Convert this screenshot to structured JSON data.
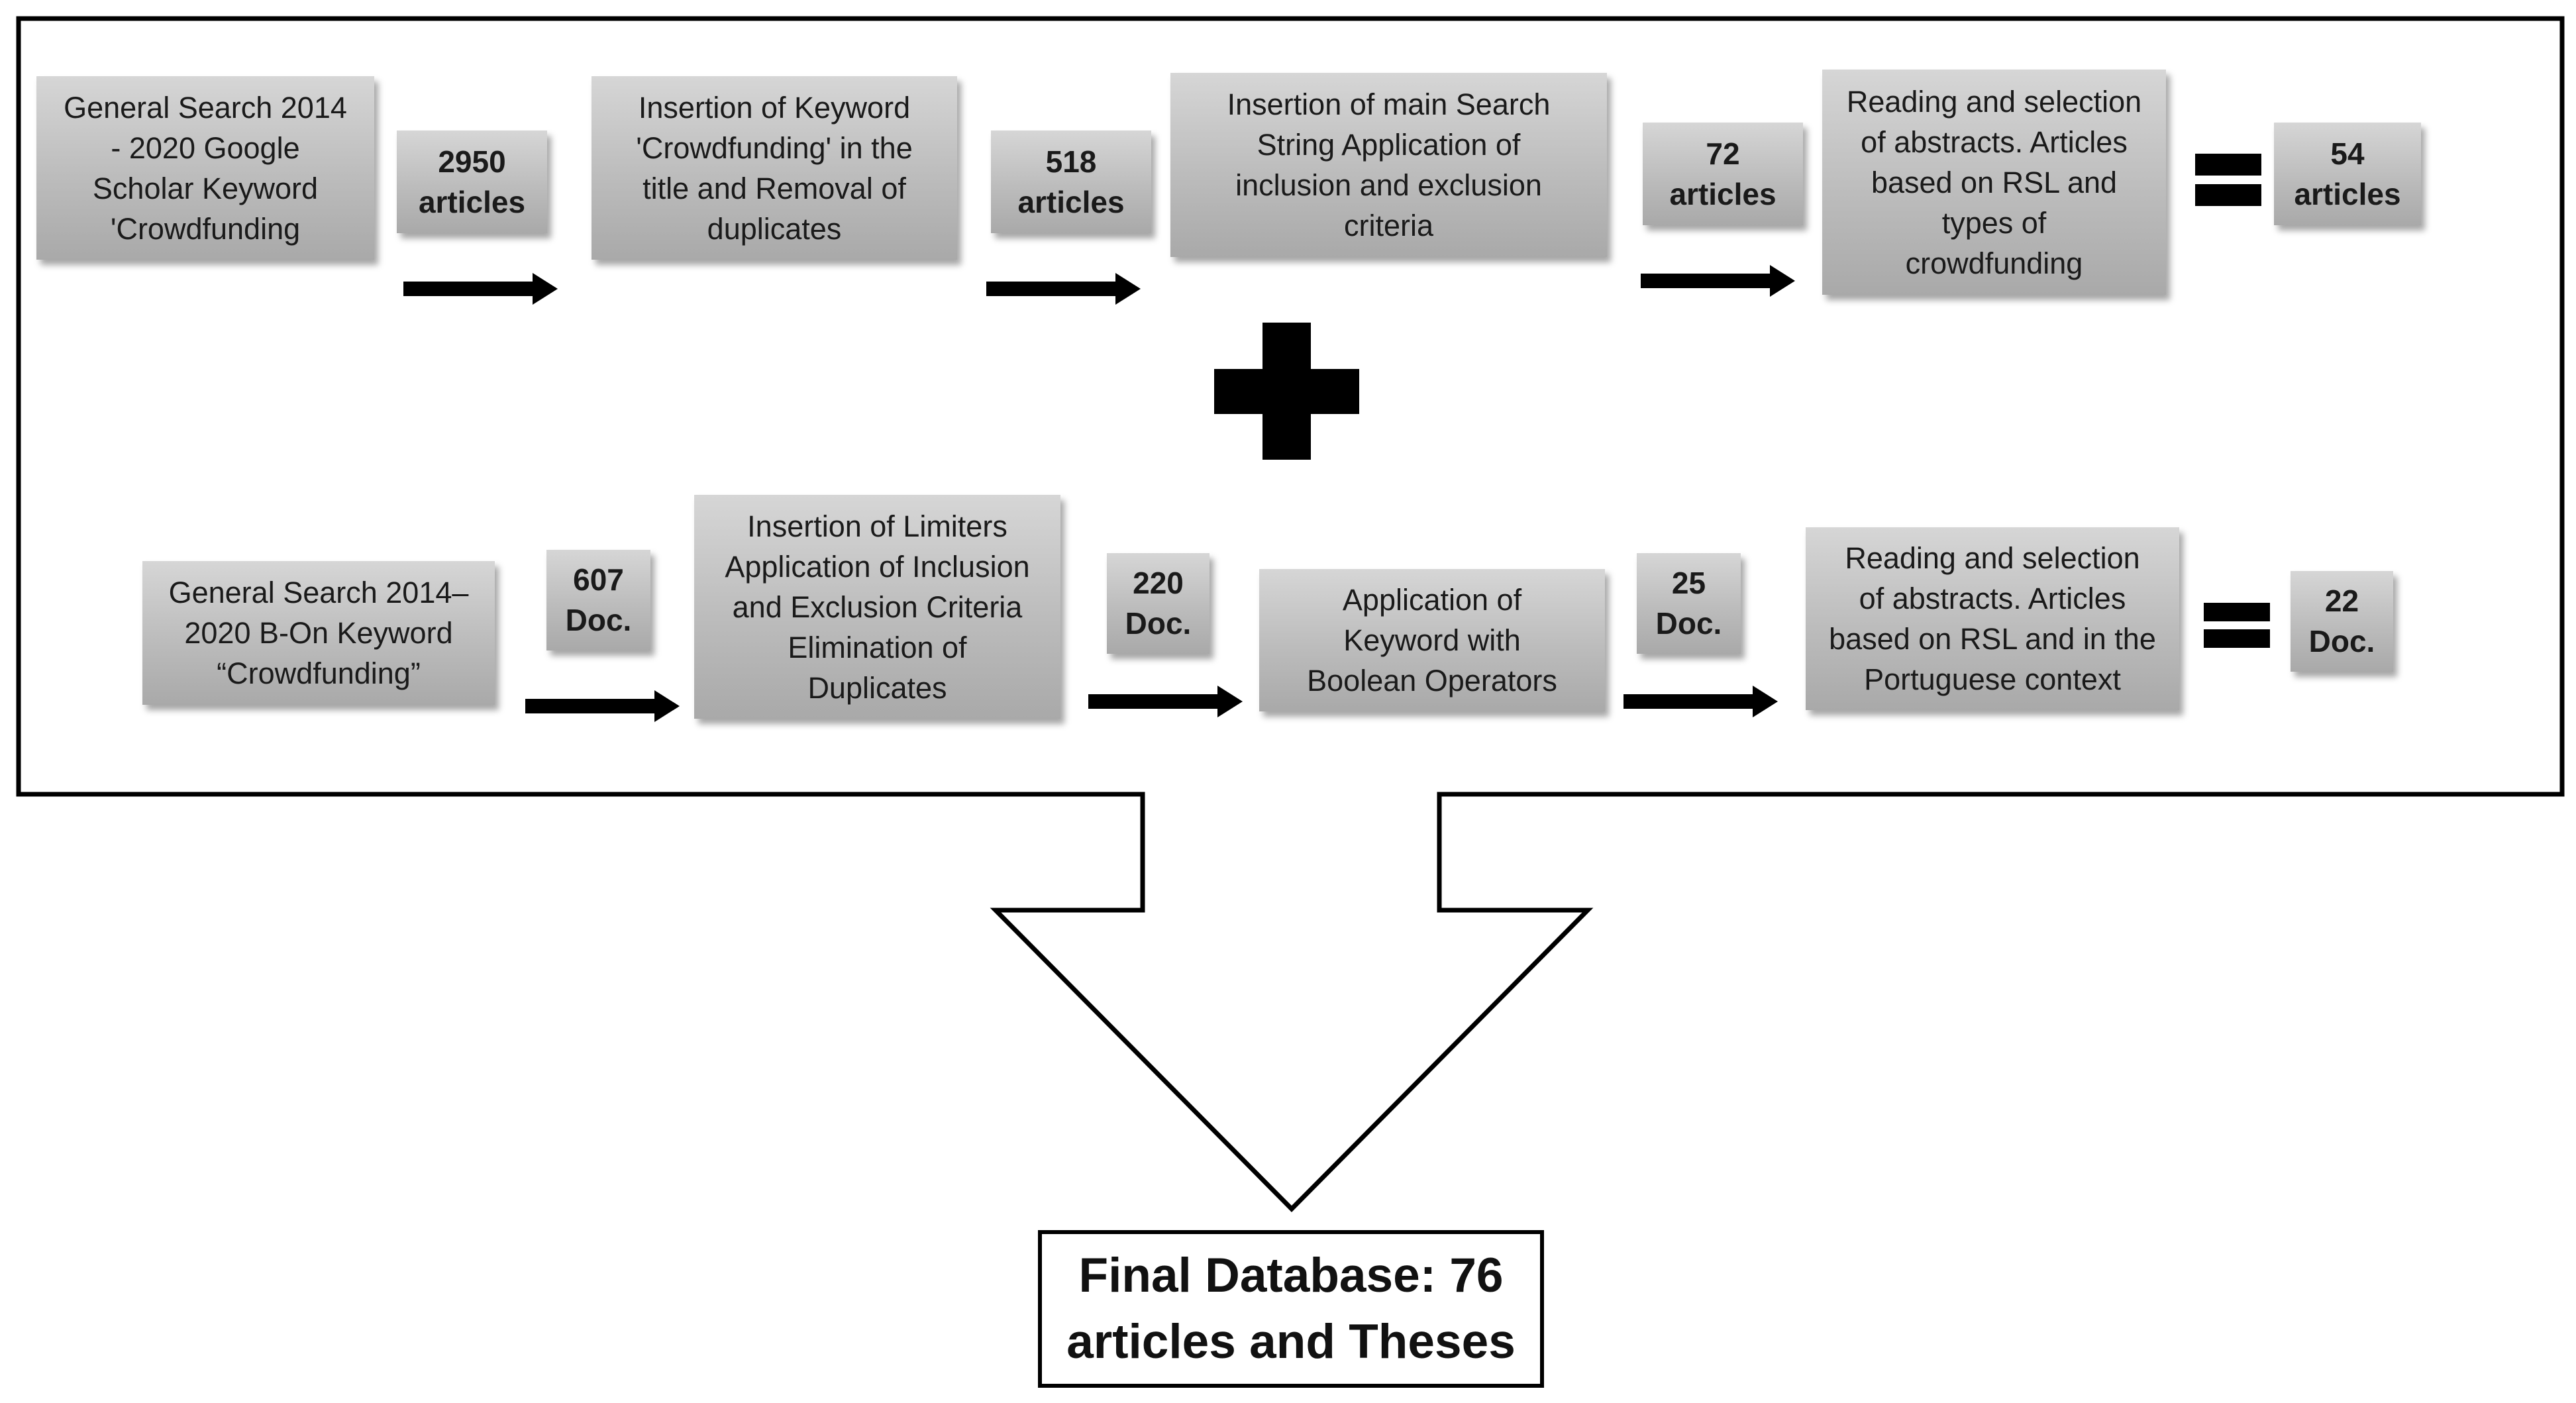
{
  "row1": {
    "steps": [
      [
        "General Search 2014",
        "- 2020 Google",
        "Scholar Keyword",
        "'Crowdfunding"
      ],
      [
        "Insertion of Keyword",
        "'Crowdfunding' in the",
        "title and Removal of",
        "duplicates"
      ],
      [
        "Insertion of main Search",
        "String Application of",
        "inclusion and exclusion",
        "criteria"
      ],
      [
        "Reading and selection",
        "of abstracts. Articles",
        "based on RSL and",
        "types of",
        "crowdfunding"
      ]
    ],
    "counts": [
      [
        "2950",
        "articles"
      ],
      [
        "518",
        "articles"
      ],
      [
        "72",
        "articles"
      ],
      [
        "54",
        "articles"
      ]
    ]
  },
  "row2": {
    "steps": [
      [
        "General Search 2014–",
        "2020 B-On Keyword",
        "“Crowdfunding”"
      ],
      [
        "Insertion of Limiters",
        "Application of Inclusion",
        "and Exclusion Criteria",
        "Elimination of",
        "Duplicates"
      ],
      [
        "Application of",
        "Keyword with",
        "Boolean Operators"
      ],
      [
        "Reading and selection",
        "of abstracts. Articles",
        "based on RSL and in the",
        "Portuguese context"
      ]
    ],
    "counts": [
      [
        "607",
        "Doc."
      ],
      [
        "220",
        "Doc."
      ],
      [
        "25",
        "Doc."
      ],
      [
        "22",
        "Doc."
      ]
    ]
  },
  "final": [
    "Final Database: 76",
    "articles and Theses"
  ]
}
